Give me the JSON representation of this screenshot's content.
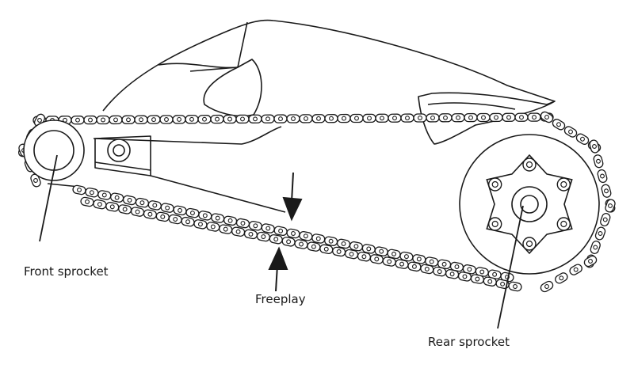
{
  "colors": {
    "stroke": "#1a1a1a",
    "background": "#ffffff"
  },
  "labels": {
    "front_sprocket": "Front sprocket",
    "freeplay": "Freeplay",
    "rear_sprocket": "Rear sprocket"
  }
}
